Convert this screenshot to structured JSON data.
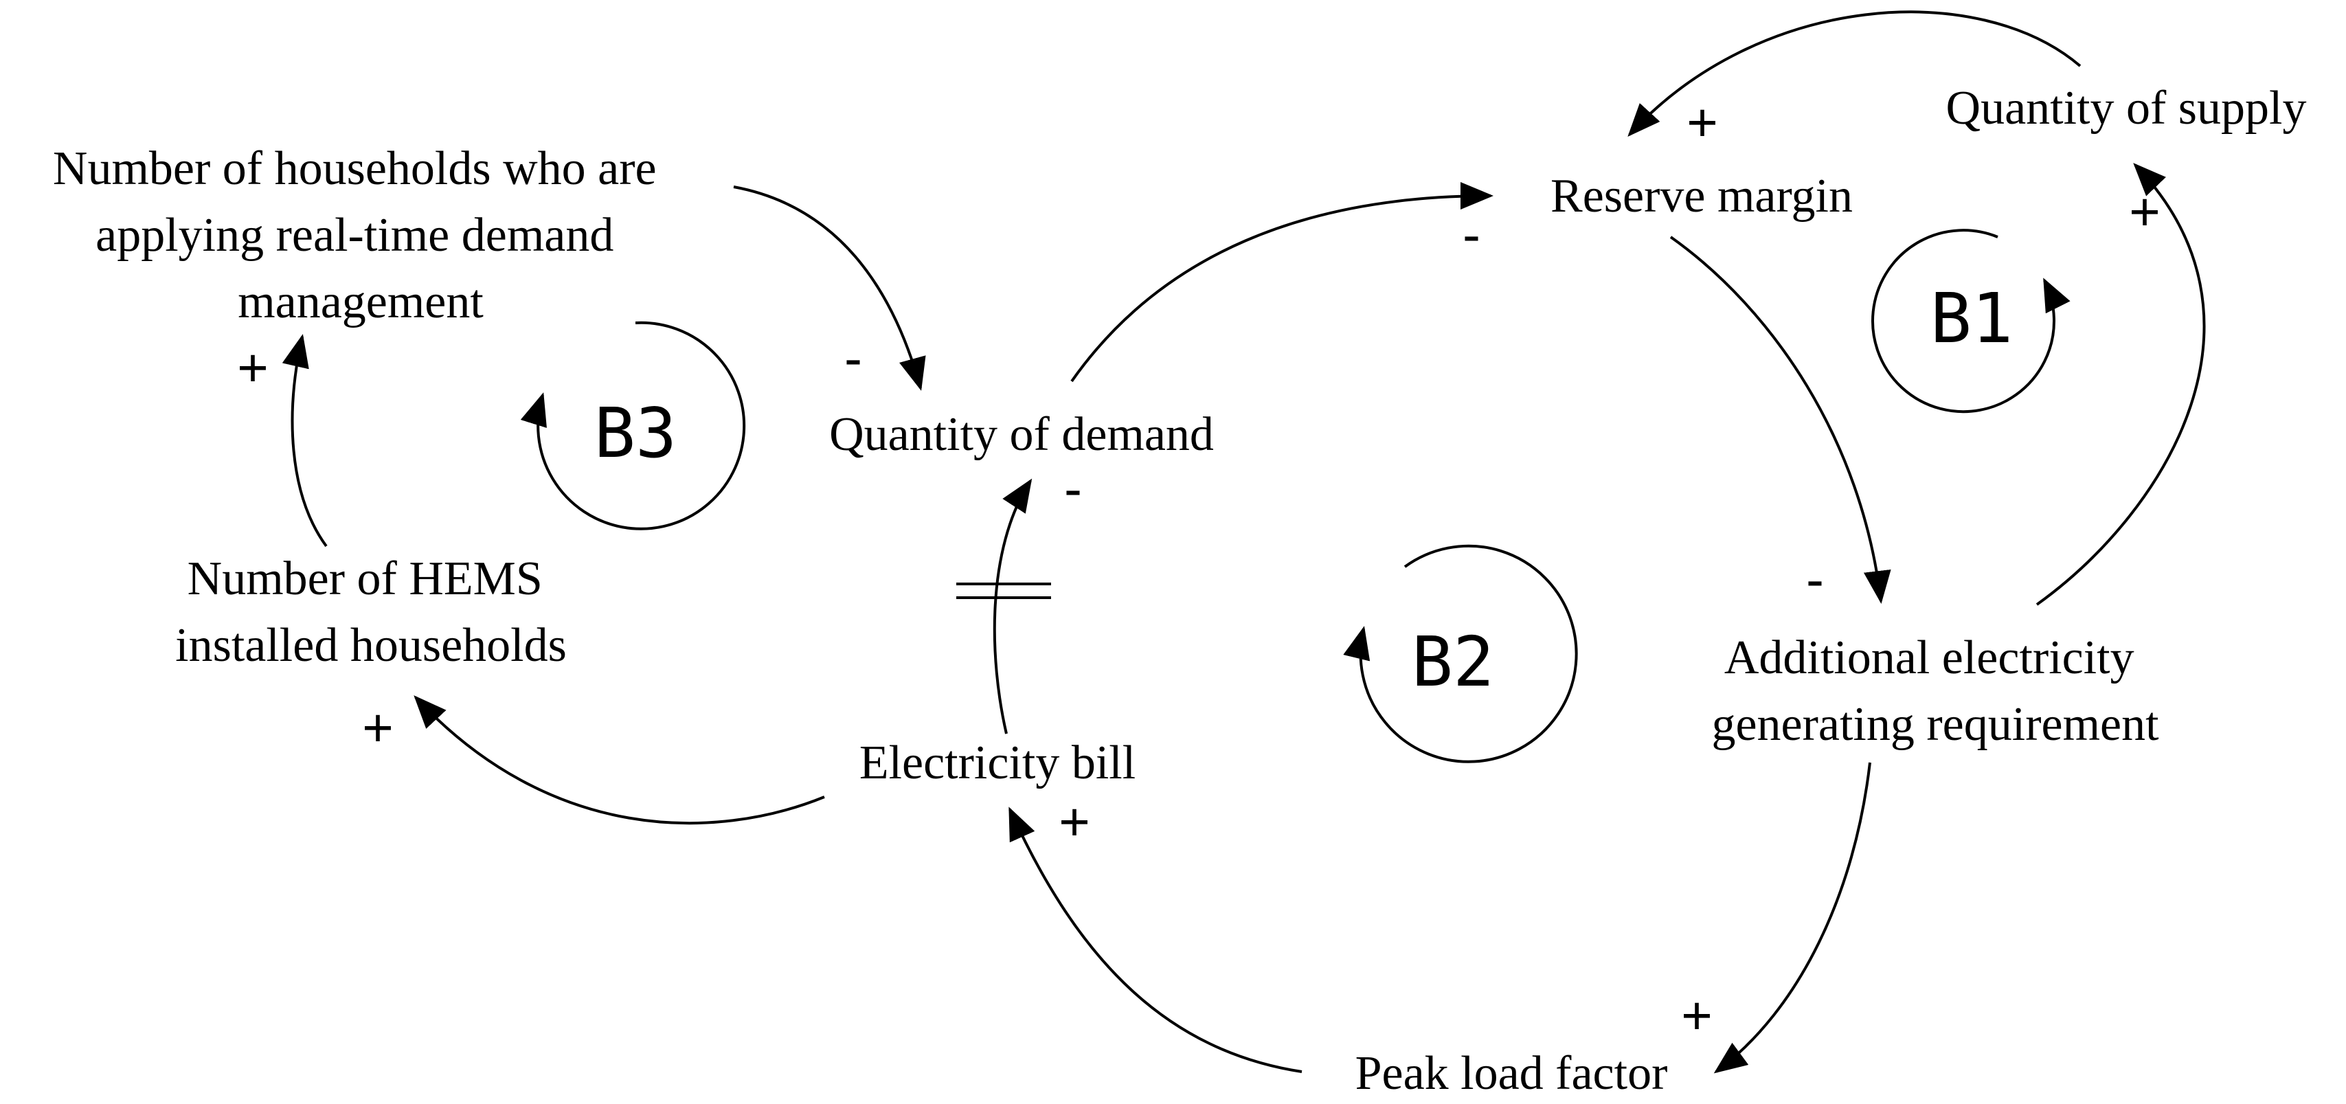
{
  "nodes": {
    "households_realtime": {
      "lines": [
        "Number of households who are",
        "applying real-time demand",
        "management"
      ]
    },
    "hems": {
      "lines": [
        "Number of HEMS",
        "installed households"
      ]
    },
    "demand": {
      "lines": [
        "Quantity of demand"
      ]
    },
    "bill": {
      "lines": [
        "Electricity bill"
      ]
    },
    "reserve": {
      "lines": [
        "Reserve margin"
      ]
    },
    "supply": {
      "lines": [
        "Quantity of supply"
      ]
    },
    "additional": {
      "lines": [
        "Additional electricity",
        "generating requirement"
      ]
    },
    "peak": {
      "lines": [
        "Peak load factor"
      ]
    }
  },
  "links": [
    {
      "from": "households_realtime",
      "to": "demand",
      "polarity": "-"
    },
    {
      "from": "demand",
      "to": "reserve",
      "polarity": "-"
    },
    {
      "from": "supply",
      "to": "reserve",
      "polarity": "+"
    },
    {
      "from": "reserve",
      "to": "additional",
      "polarity": "-"
    },
    {
      "from": "additional",
      "to": "supply",
      "polarity": "+"
    },
    {
      "from": "additional",
      "to": "peak",
      "polarity": "+"
    },
    {
      "from": "peak",
      "to": "bill",
      "polarity": "+"
    },
    {
      "from": "bill",
      "to": "demand",
      "polarity": "-",
      "delay": true
    },
    {
      "from": "bill",
      "to": "hems",
      "polarity": "+"
    },
    {
      "from": "hems",
      "to": "households_realtime",
      "polarity": "+"
    }
  ],
  "loops": [
    {
      "id": "B1",
      "label": "B1"
    },
    {
      "id": "B2",
      "label": "B2"
    },
    {
      "id": "B3",
      "label": "B3"
    }
  ]
}
